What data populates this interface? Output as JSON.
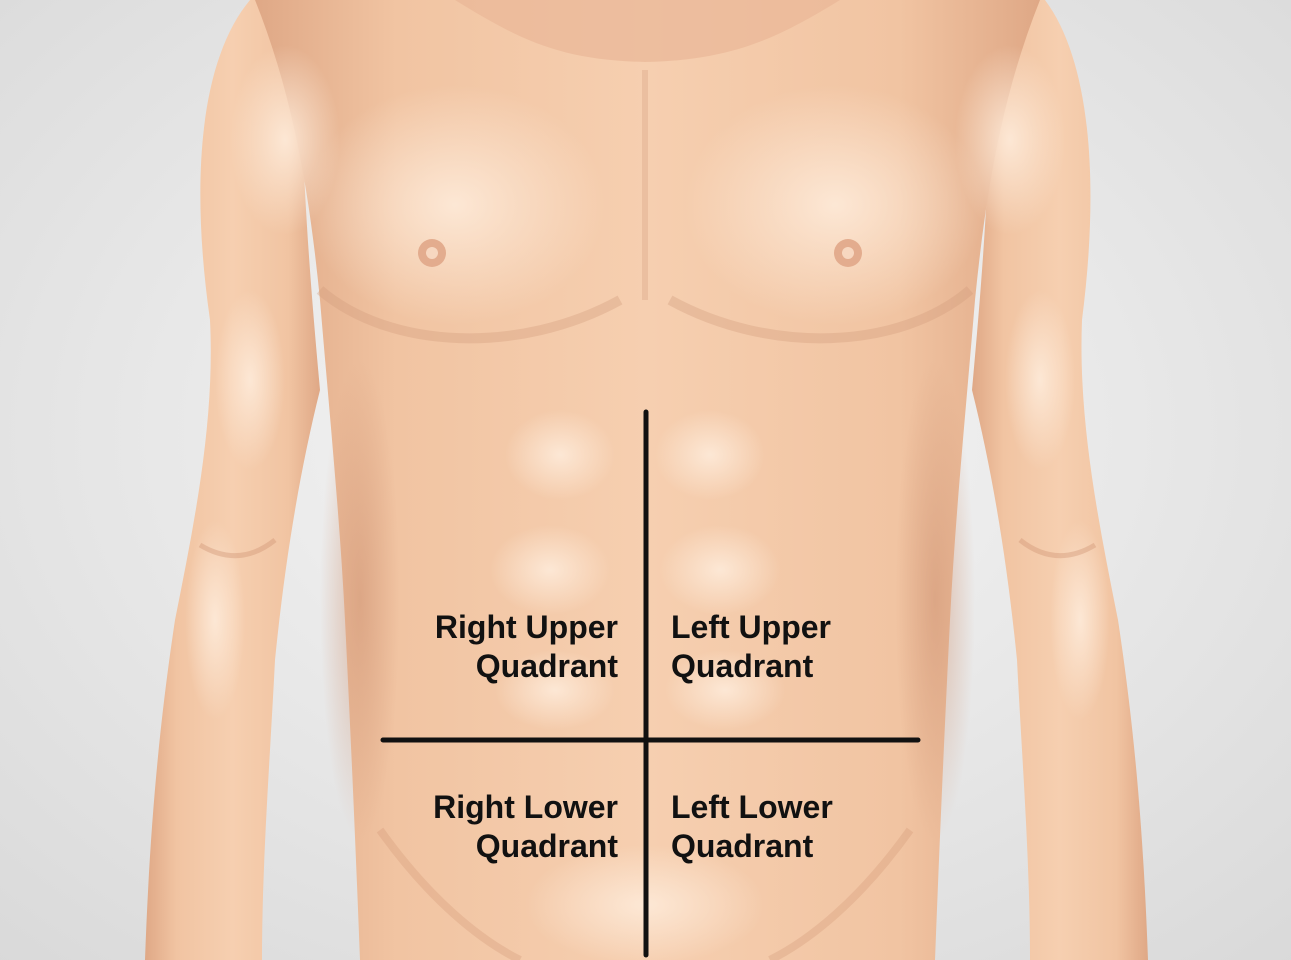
{
  "diagram": {
    "quadrants": {
      "right_upper": {
        "line1": "Right Upper",
        "line2": "Quadrant"
      },
      "left_upper": {
        "line1": "Left Upper",
        "line2": "Quadrant"
      },
      "right_lower": {
        "line1": "Right Lower",
        "line2": "Quadrant"
      },
      "left_lower": {
        "line1": "Left Lower",
        "line2": "Quadrant"
      }
    },
    "colors": {
      "background": "#e4e4e4",
      "skin": "#f2c6a4",
      "skin_shadow": "#dca483",
      "skin_highlight": "#fbe3cd",
      "divider": "#111111",
      "label_text": "#111111"
    }
  }
}
